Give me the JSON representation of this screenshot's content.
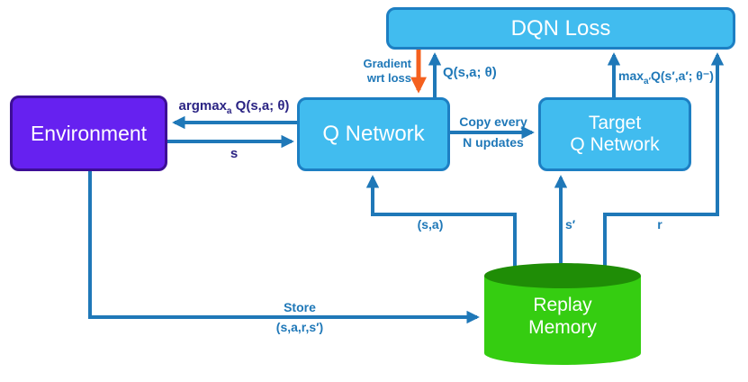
{
  "colors": {
    "box_blue_fill": "#41BCEF",
    "box_blue_border": "#1D7FC3",
    "env_fill": "#6621F0",
    "env_border": "#3D0E96",
    "cylinder_fill": "#35CD11",
    "cylinder_top": "#1F8D06",
    "arrow_blue": "#1F78B8",
    "arrow_orange": "#F4601E",
    "label_blue": "#1F78B8",
    "label_indigo": "#2B2484"
  },
  "nodes": {
    "dqn_loss": "DQN Loss",
    "environment": "Environment",
    "q_network": "Q Network",
    "target_q_network": "Target\nQ Network",
    "replay_memory": "Replay\nMemory"
  },
  "edge_labels": {
    "argmax": {
      "pre": "argmax",
      "sub": "a",
      "post": " Q(s,a; θ)"
    },
    "state": "s",
    "gradient": "Gradient\nwrt loss",
    "q_value": "Q(s,a; θ)",
    "copy_line1": "Copy every",
    "copy_line2": "N updates",
    "sa": "(s,a)",
    "s_prime": "s′",
    "reward": "r",
    "store_line1": "Store",
    "store_line2": "(s,a,r,s′)",
    "max": {
      "pre": "max",
      "sub": "a′",
      "post": "Q(s′,a′; θ⁻)"
    }
  }
}
